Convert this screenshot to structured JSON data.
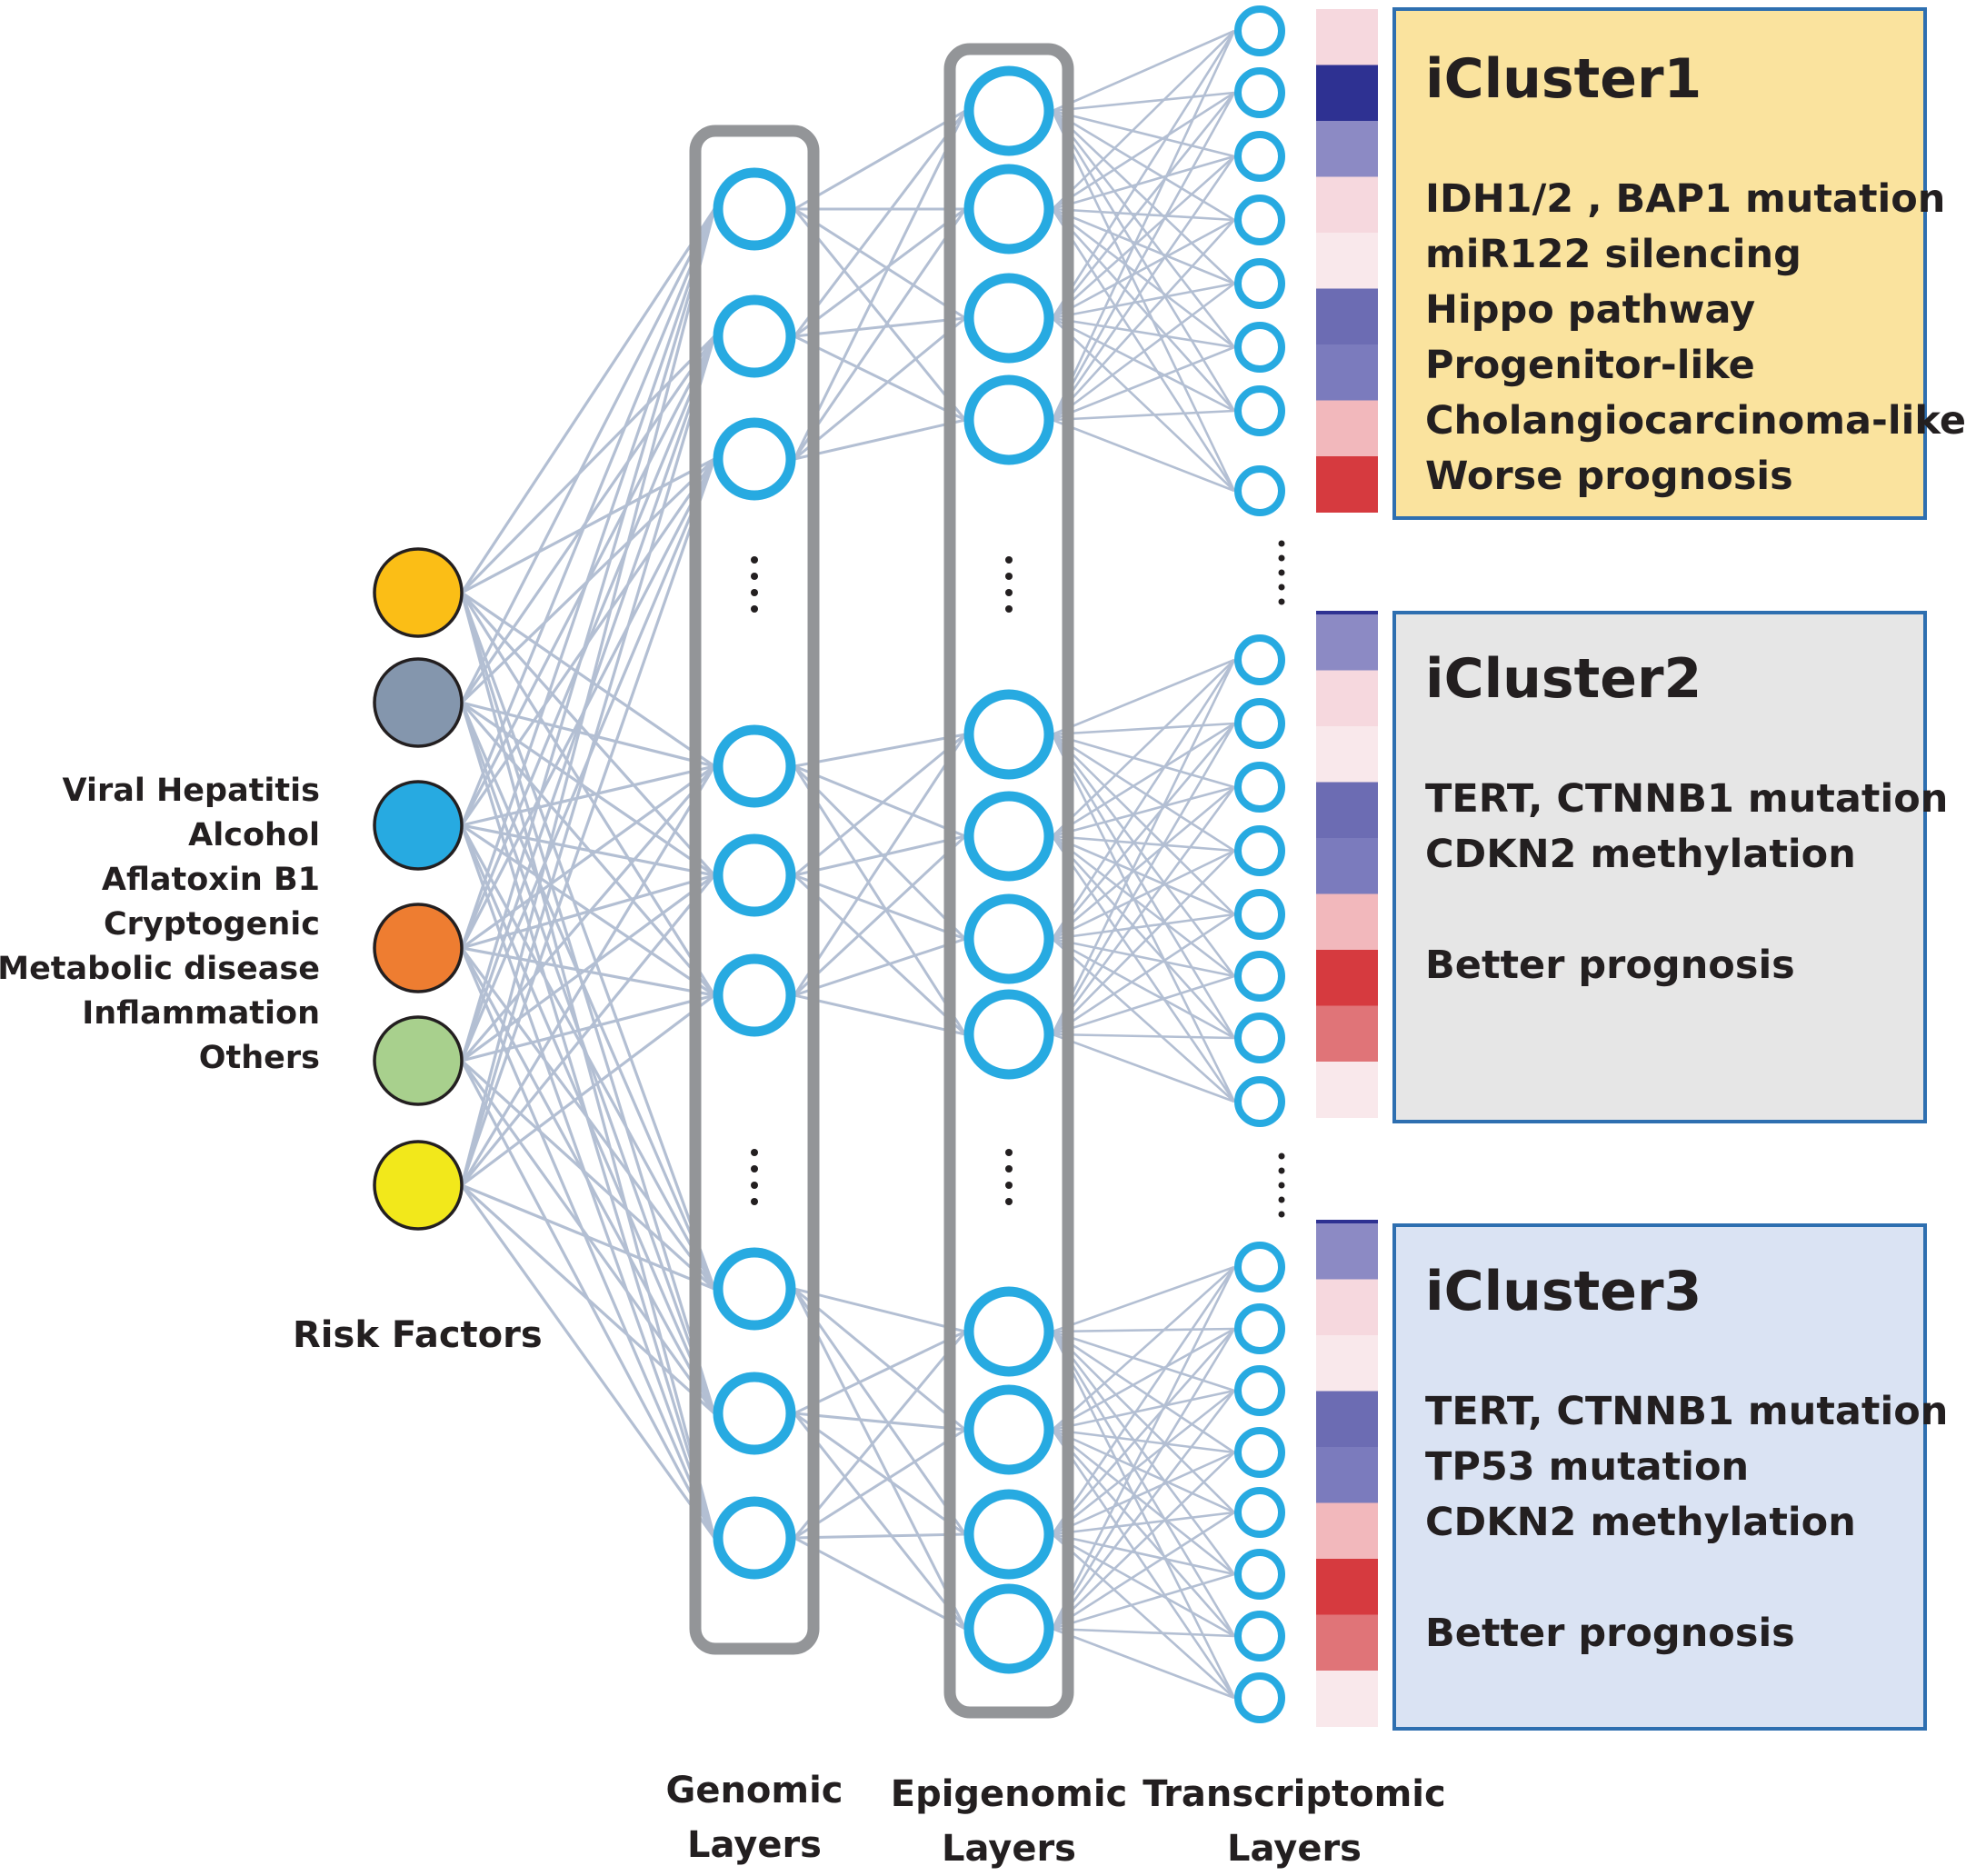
{
  "risk_factors": {
    "title": "Risk Factors",
    "labels": [
      "Viral Hepatitis",
      "Alcohol",
      "Aflatoxin B1",
      "Cryptogenic",
      "Metabolic disease",
      "Inflammation",
      "Others"
    ],
    "node_colors": [
      "#fbbe16",
      "#8496ad",
      "#27aae1",
      "#ee7d31",
      "#a8d08d",
      "#f2e81b"
    ]
  },
  "layers": {
    "genomic": "Genomic\nLayers",
    "epigenomic": "Epigenomic\nLayers",
    "transcriptomic": "Transcriptomic\nLayers"
  },
  "clusters": [
    {
      "title": "iCluster1",
      "bg": "#fae39e",
      "lines": [
        "IDH1/2 , BAP1 mutation",
        "miR122 silencing",
        "Hippo pathway",
        "Progenitor-like",
        "Cholangiocarcinoma-like",
        "Worse prognosis"
      ]
    },
    {
      "title": "iCluster2",
      "bg": "#e6e6e6",
      "lines": [
        "TERT, CTNNB1 mutation",
        "CDKN2 methylation",
        "",
        "Better prognosis"
      ]
    },
    {
      "title": "iCluster3",
      "bg": "#dae3f3",
      "lines": [
        "TERT, CTNNB1  mutation",
        "TP53 mutation",
        "CDKN2 methylation",
        "",
        "Better prognosis"
      ]
    }
  ],
  "colors": {
    "node_ring": "#27aae1",
    "edge": "#b3bfd3",
    "layer_frame": "#939598",
    "box_border": "#2e6fb0"
  },
  "heatmap": {
    "cluster1": [
      "#f6d8de",
      "#2e3192",
      "#8c8ac4",
      "#f6d8de",
      "#f9e8eb",
      "#6c6cb3",
      "#7b7bbd",
      "#f2b8bc",
      "#d63a3f"
    ],
    "cluster2": [
      "#8c8ac4",
      "#f6d8de",
      "#f9e8eb",
      "#6c6cb3",
      "#7b7bbd",
      "#f2b8bc",
      "#d63a3f",
      "#e07478",
      "#f9e8eb"
    ],
    "cluster3": [
      "#8c8ac4",
      "#f6d8de",
      "#f9e8eb",
      "#6c6cb3",
      "#7b7bbd",
      "#f2b8bc",
      "#d63a3f",
      "#e07478",
      "#f9e8eb"
    ]
  }
}
